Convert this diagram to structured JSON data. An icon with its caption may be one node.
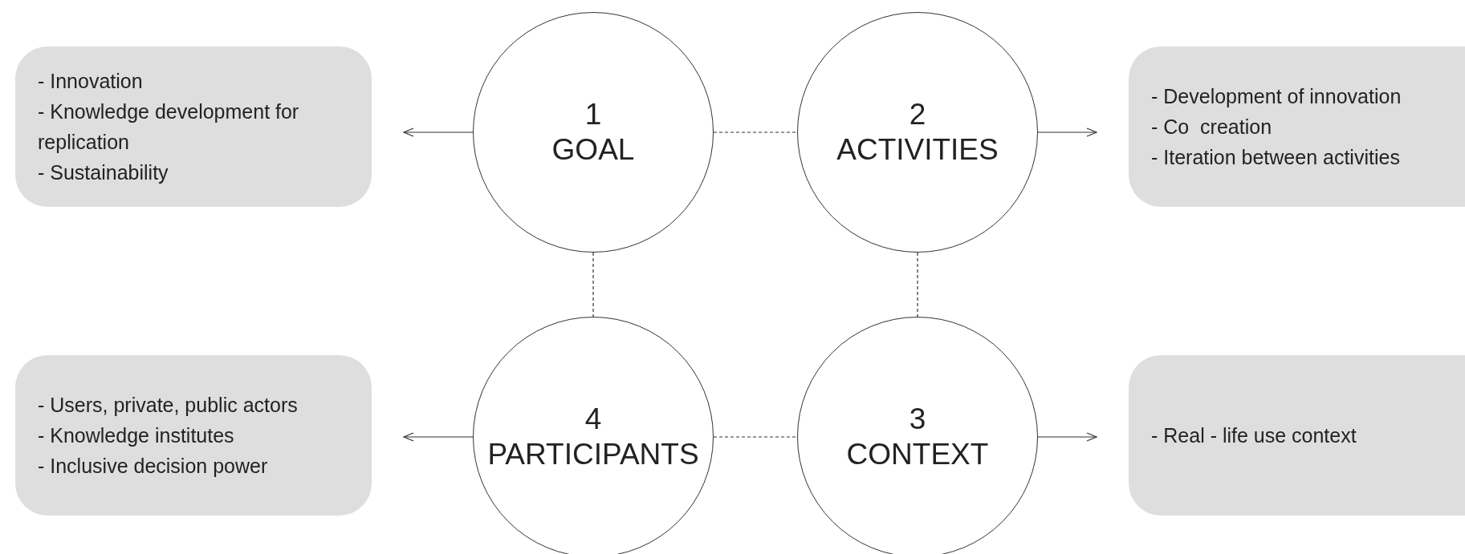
{
  "diagram": {
    "nodes": [
      {
        "text": [
          "- Innovation",
          "- Knowledge development for replication",
          "- Sustainability"
        ]
      },
      {
        "text": [
          "1",
          "GOAL"
        ]
      },
      {
        "text": [
          "2",
          "ACTIVITIES"
        ]
      },
      {
        "text": [
          "- Development of innovation",
          "- Co  creation",
          "- Iteration between activities"
        ]
      },
      {
        "text": [
          "- Users, private, public actors",
          "- Knowledge institutes",
          "- Inclusive decision power"
        ]
      },
      {
        "text": [
          "4",
          "PARTICIPANTS"
        ]
      },
      {
        "text": [
          "3",
          "CONTEXT"
        ]
      },
      {
        "text": [
          "- Real - life use context"
        ]
      }
    ],
    "edges": [
      {
        "from": 1,
        "to": 0,
        "arrow": "to"
      },
      {
        "from": 1,
        "to": 2,
        "arrow": "none",
        "style": "dashed"
      },
      {
        "from": 2,
        "to": 3,
        "arrow": "to"
      },
      {
        "from": 1,
        "to": 5,
        "arrow": "none",
        "style": "dashed"
      },
      {
        "from": 2,
        "to": 6,
        "arrow": "none",
        "style": "dashed"
      },
      {
        "from": 5,
        "to": 4,
        "arrow": "to"
      },
      {
        "from": 5,
        "to": 6,
        "arrow": "none",
        "style": "dashed"
      },
      {
        "from": 6,
        "to": 7,
        "arrow": "to"
      }
    ]
  }
}
